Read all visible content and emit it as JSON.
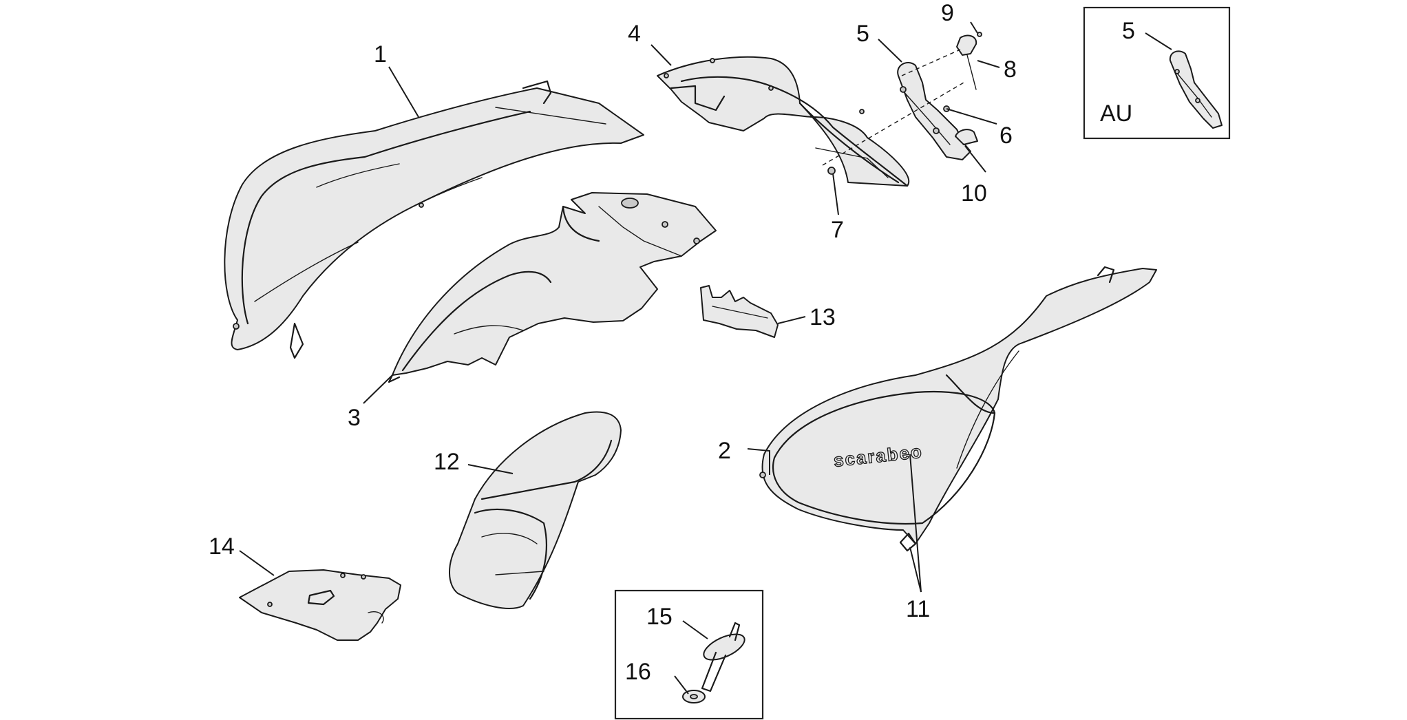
{
  "callouts": [
    "1",
    "2",
    "3",
    "4",
    "5",
    "6",
    "7",
    "8",
    "9",
    "10",
    "11",
    "12",
    "13",
    "14",
    "15",
    "16"
  ],
  "inset_au": {
    "label": "AU",
    "callout": "5"
  },
  "logo_text": "scarabeo"
}
